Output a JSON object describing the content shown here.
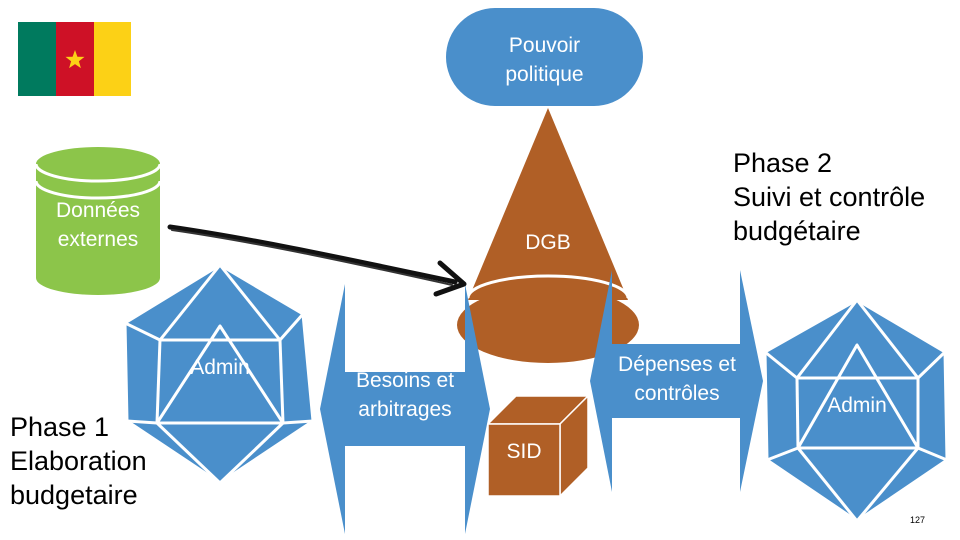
{
  "colors": {
    "blue": "#4a8fcb",
    "orange": "#b05f26",
    "green": "#8cc54a",
    "flag_green": "#007a5e",
    "flag_red": "#ce1126",
    "flag_yellow": "#fcd116"
  },
  "pouvoir": {
    "line1": "Pouvoir",
    "line2": "politique"
  },
  "donnees": {
    "line1": "Données",
    "line2": "externes"
  },
  "dgb": "DGB",
  "sid": "SID",
  "admin_left": "Admin",
  "admin_right": "Admin",
  "besoins": {
    "line1": "Besoins et",
    "line2": "arbitrages"
  },
  "depenses": {
    "line1": "Dépenses et",
    "line2": "contrôles"
  },
  "phase1": {
    "line1": "Phase 1",
    "line2": "Elaboration",
    "line3": "budgetaire"
  },
  "phase2": {
    "line1": "Phase 2",
    "line2": "Suivi et contrôle",
    "line3": "budgétaire"
  },
  "page_number": "127"
}
